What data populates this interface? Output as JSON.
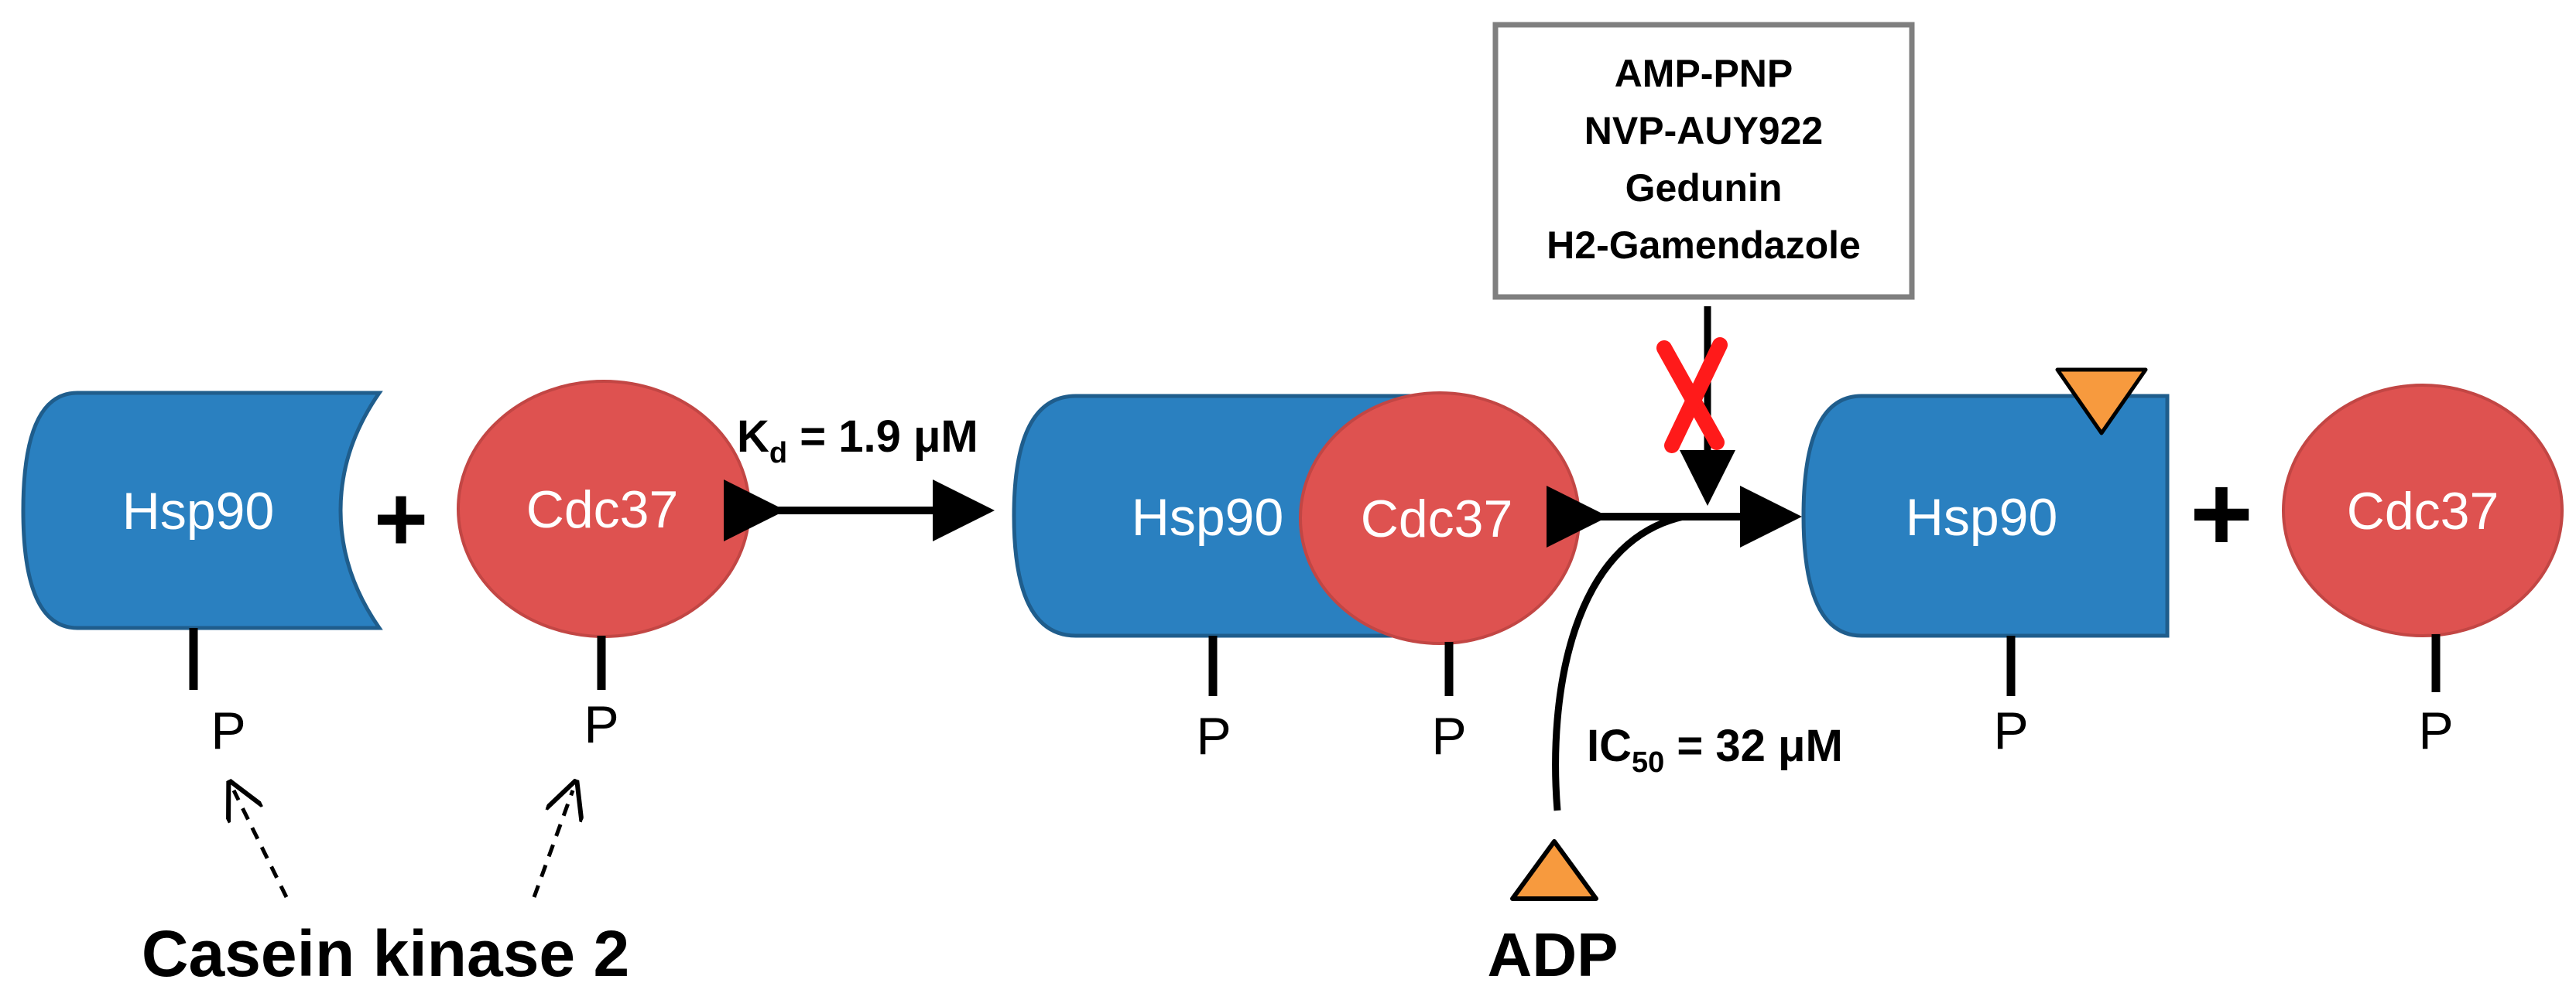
{
  "labels": {
    "hsp90": "Hsp90",
    "cdc37": "Cdc37",
    "phosphate": "P",
    "plus": "+",
    "kd_prefix": "K",
    "kd_sub": "d",
    "kd_value": " = 1.9 μM",
    "ic50_prefix": "IC",
    "ic50_sub": "50",
    "ic50_value": " = 32 μM",
    "kinase": "Casein kinase 2",
    "adp": "ADP",
    "inhibitors": [
      "AMP-PNP",
      "NVP-AUY922",
      "Gedunin",
      "H2-Gamendazole"
    ]
  },
  "colors": {
    "hsp90_fill": "#2a80c0",
    "hsp90_stroke": "#1f5d8c",
    "cdc37_fill": "#de5250",
    "cdc37_stroke": "#c24644",
    "adp_fill": "#f79a3e",
    "block_x": "#ff1a1a",
    "box_stroke": "#7f7f7f"
  },
  "icons": {
    "block": "red-x-icon",
    "adp": "orange-triangle-icon"
  }
}
